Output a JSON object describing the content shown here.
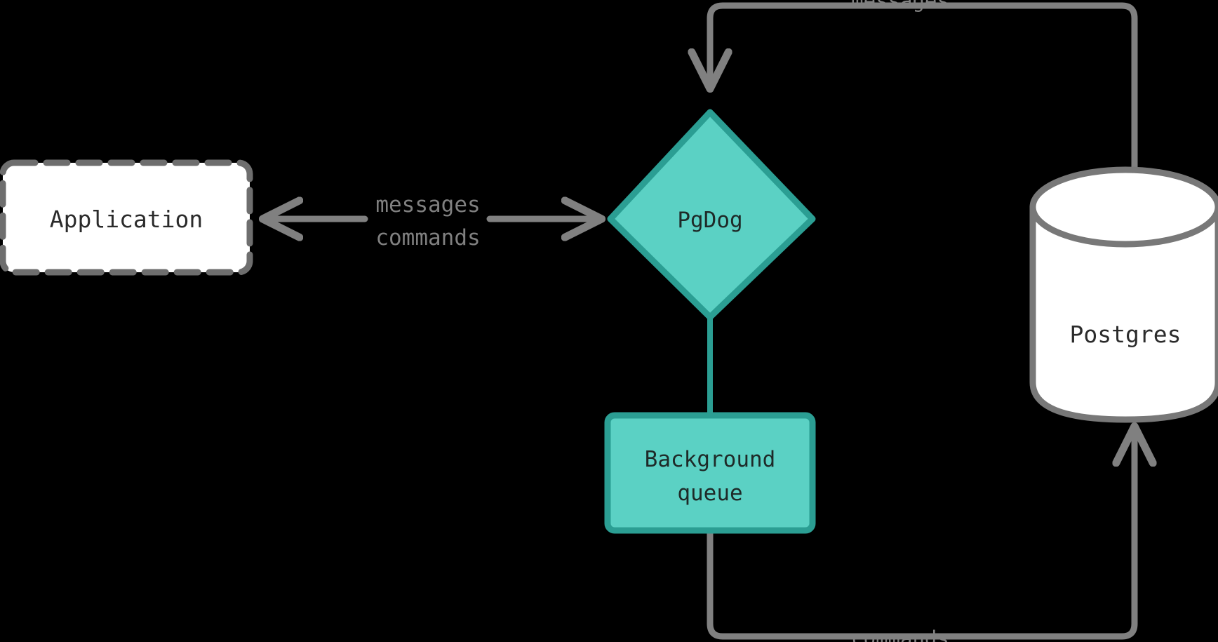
{
  "diagram": {
    "background_color": "#000000",
    "title_text_color": "#2b2b2b",
    "nodes": {
      "application": {
        "label": "Application",
        "shape": "dashed-rounded-rect",
        "fill": "#ffffff",
        "stroke": "#6e6e6e"
      },
      "pgdog": {
        "label": "PgDog",
        "shape": "diamond",
        "fill": "#5bd1c4",
        "stroke": "#2b9e93"
      },
      "background_queue": {
        "label_line1": "Background",
        "label_line2": "queue",
        "shape": "rounded-rect",
        "fill": "#5bd1c4",
        "stroke": "#2b9e93"
      },
      "postgres": {
        "label": "Postgres",
        "shape": "cylinder",
        "fill": "#ffffff",
        "stroke": "#787878"
      }
    },
    "edges": {
      "app_pgdog": {
        "label_line1": "messages",
        "label_line2": "commands",
        "color": "#808080",
        "direction": "bidirectional"
      },
      "postgres_pgdog": {
        "label": "messages",
        "color": "#808080",
        "direction": "postgres-to-pgdog"
      },
      "queue_postgres": {
        "label": "commands",
        "color": "#808080",
        "direction": "queue-to-postgres"
      },
      "pgdog_queue": {
        "label": "",
        "color": "#2b9e93",
        "direction": "pgdog-to-queue"
      }
    }
  }
}
